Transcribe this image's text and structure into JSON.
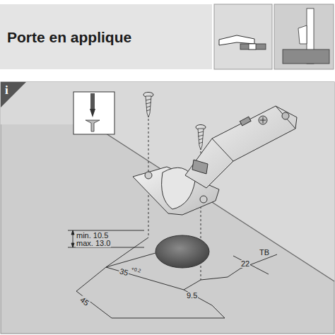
{
  "diagram": {
    "title": "Porte en applique",
    "nodes": [
      {
        "text": [
          "i"
        ]
      }
    ],
    "labels": [
      "min. 10.5",
      "max. 13.0",
      "35",
      "+0.2",
      "45",
      "9.5",
      "22",
      "TB"
    ]
  }
}
